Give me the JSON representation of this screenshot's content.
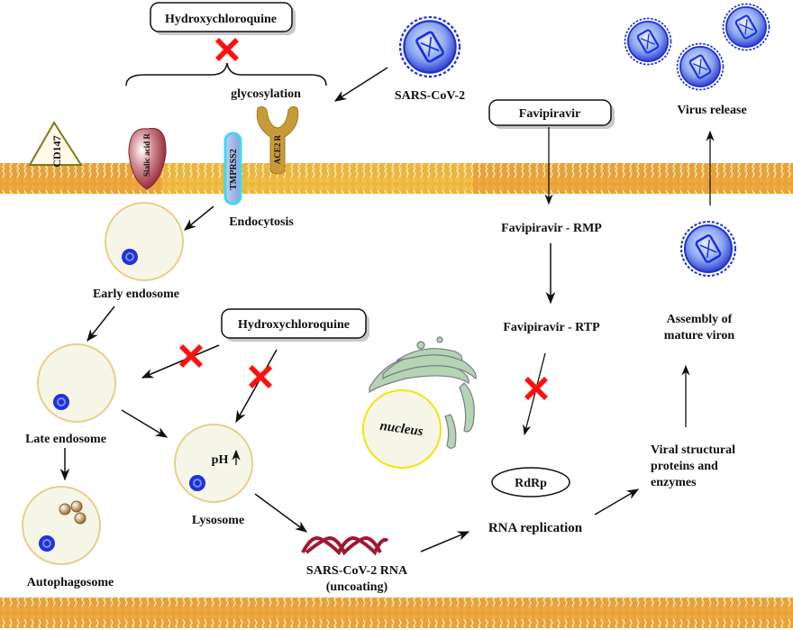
{
  "diagram": {
    "title": "SARS-CoV-2 entry and replication with drug targets",
    "drugs": {
      "hcq_top": "Hydroxychloroquine",
      "hcq_mid": "Hydroxychloroquine",
      "favipiravir": "Favipiravir"
    },
    "labels": {
      "glycosylation": "glycosylation",
      "sars_cov_2": "SARS-CoV-2",
      "virus_release": "Virus release",
      "endocytosis": "Endocytosis",
      "early_endosome": "Early endosome",
      "late_endosome": "Late endosome",
      "autophagosome": "Autophagosome",
      "lysosome": "Lysosome",
      "ph": "pH",
      "rna_line1": "SARS-CoV-2 RNA",
      "rna_line2": "(uncoating)",
      "nucleus": "nucleus",
      "rdrp": "RdRp",
      "rna_replication": "RNA replication",
      "fav_rmp": "Favipiravir - RMP",
      "fav_rtp": "Favipiravir - RTP",
      "assembly_line1": "Assembly of",
      "assembly_line2": "mature viron",
      "viral_line1": "Viral structural",
      "viral_line2": "proteins and",
      "viral_line3": "enzymes"
    },
    "receptors": {
      "cd147": "CD147",
      "sialic": "Sialic acid R",
      "tmprss2": "TMPRSS2",
      "ace2": "ACE2 R"
    },
    "colors": {
      "membrane": "#e8a23a",
      "membrane_light": "#f0c24a",
      "virus_blue": "#1a2fe0",
      "virus_light": "#a8c8f0",
      "block_red": "#ff1010",
      "vesicle_fill": "#f6f6e8",
      "vesicle_border": "#e6cf8a",
      "nucleus_border": "#f2e600",
      "golgi": "#b4d4b4",
      "rna": "#a01830",
      "sialic": "#b03040",
      "tmprss2": "#40d8f0",
      "ace2": "#c89a3a"
    }
  }
}
